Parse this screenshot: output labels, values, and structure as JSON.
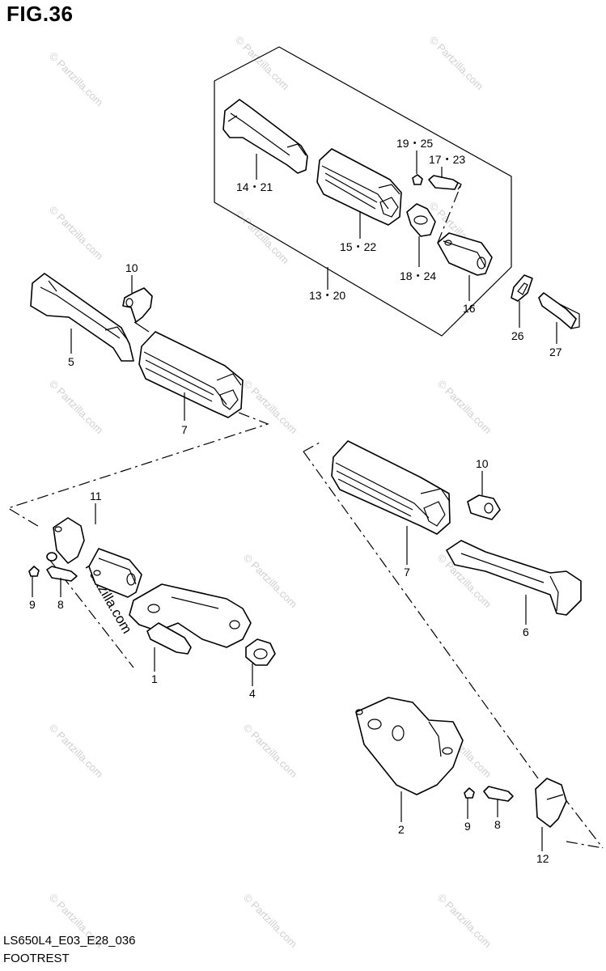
{
  "figure": {
    "title": "FIG.36"
  },
  "footer": {
    "code": "LS650L4_E03_E28_036",
    "name": "FOOTREST"
  },
  "watermark": {
    "text": "© Partzilla.com",
    "inline_text": "Partzilla.com"
  },
  "callouts": {
    "p14_21": "14・21",
    "p19_25": "19・25",
    "p17_23": "17・23",
    "p15_22": "15・22",
    "p18_24": "18・24",
    "p13_20": "13・20",
    "p16": "16",
    "p10a": "10",
    "p5": "5",
    "p26": "26",
    "p27": "27",
    "p7a": "7",
    "p10b": "10",
    "p11": "11",
    "p9a": "9",
    "p8a": "8",
    "p7b": "7",
    "p6": "6",
    "p1": "1",
    "p4": "4",
    "p2": "2",
    "p9b": "9",
    "p8b": "8",
    "p12": "12"
  }
}
